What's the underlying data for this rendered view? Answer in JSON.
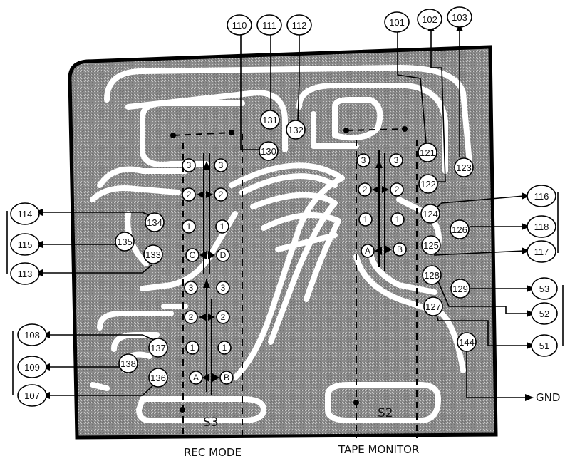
{
  "labels": {
    "s3": "S3",
    "s2": "S2",
    "rec_mode": "REC MODE",
    "tape_monitor": "TAPE MONITOR",
    "gnd": "GND"
  },
  "board_callouts": {
    "c121": "121",
    "c122": "122",
    "c123": "123",
    "c124": "124",
    "c125": "125",
    "c126": "126",
    "c127": "127",
    "c128": "128",
    "c129": "129",
    "c130": "130",
    "c131": "131",
    "c132": "132",
    "c133": "133",
    "c134": "134",
    "c135": "135",
    "c136": "136",
    "c137": "137",
    "c138": "138",
    "c144": "144"
  },
  "external_terminals": {
    "t101": "101",
    "t102": "102",
    "t103": "103",
    "t110": "110",
    "t111": "111",
    "t112": "112",
    "t113": "113",
    "t114": "114",
    "t115": "115",
    "t107": "107",
    "t108": "108",
    "t109": "109",
    "t116": "116",
    "t117": "117",
    "t118": "118",
    "t51": "51",
    "t52": "52",
    "t53": "53"
  },
  "switch_pins": {
    "p3": "3",
    "p2": "2",
    "p1": "1",
    "pA": "A",
    "pB": "B",
    "pC": "C",
    "pD": "D"
  }
}
